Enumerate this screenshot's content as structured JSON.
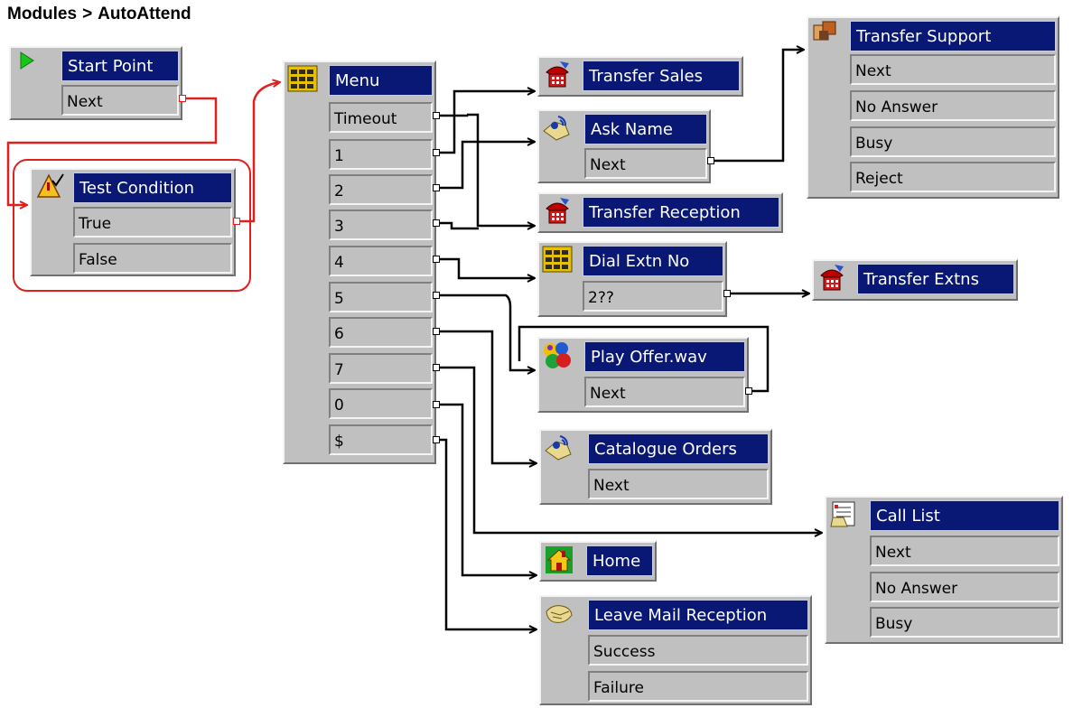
{
  "breadcrumb": {
    "part1": "Modules",
    "sep": ">",
    "part2": "AutoAttend"
  },
  "colors": {
    "title_bar": "#0a1875",
    "panel": "#c0c0c0",
    "red_wire": "#e0201f",
    "black_wire": "#000000"
  },
  "nodes": {
    "start": {
      "title": "Start Point",
      "icon": "play-triangle-icon",
      "rows": [
        "Next"
      ]
    },
    "test": {
      "title": "Test Condition",
      "icon": "condition-icon",
      "rows": [
        "True",
        "False"
      ]
    },
    "menu": {
      "title": "Menu",
      "icon": "keypad-icon",
      "rows": [
        "Timeout",
        "1",
        "2",
        "3",
        "4",
        "5",
        "6",
        "7",
        "0",
        "$"
      ]
    },
    "transfer_sales": {
      "title": "Transfer Sales",
      "icon": "transfer-icon",
      "rows": []
    },
    "ask_name": {
      "title": "Ask Name",
      "icon": "speech-icon",
      "rows": [
        "Next"
      ]
    },
    "transfer_reception": {
      "title": "Transfer Reception",
      "icon": "transfer-icon",
      "rows": []
    },
    "dial_extn": {
      "title": "Dial Extn No",
      "icon": "keypad-icon",
      "rows": [
        "2??"
      ]
    },
    "play_offer": {
      "title": "Play Offer.wav",
      "icon": "play-prompt-icon",
      "rows": [
        "Next"
      ]
    },
    "catalogue": {
      "title": "Catalogue Orders",
      "icon": "speech-icon",
      "rows": [
        "Next"
      ]
    },
    "home": {
      "title": "Home",
      "icon": "home-icon",
      "rows": []
    },
    "leave_mail": {
      "title": "Leave Mail Reception",
      "icon": "mail-icon",
      "rows": [
        "Success",
        "Failure"
      ]
    },
    "transfer_support": {
      "title": "Transfer Support",
      "icon": "support-transfer-icon",
      "rows": [
        "Next",
        "No Answer",
        "Busy",
        "Reject"
      ]
    },
    "transfer_extns": {
      "title": "Transfer Extns",
      "icon": "transfer-icon",
      "rows": []
    },
    "call_list": {
      "title": "Call List",
      "icon": "call-list-icon",
      "rows": [
        "Next",
        "No Answer",
        "Busy"
      ]
    }
  }
}
